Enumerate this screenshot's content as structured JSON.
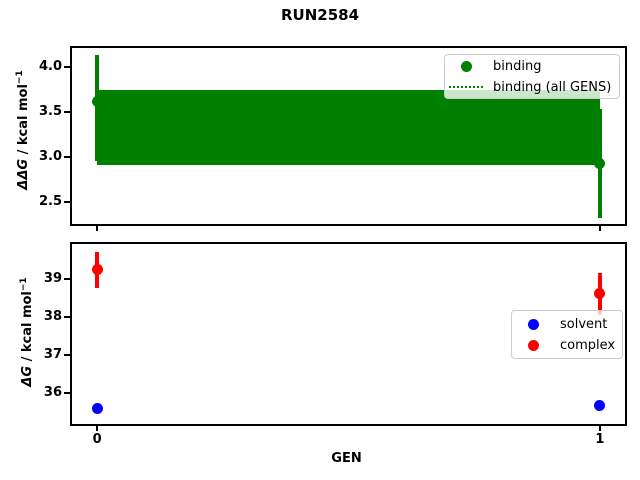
{
  "title": "RUN2584",
  "colors": {
    "binding": "#008000",
    "solvent": "#0000ff",
    "complex": "#ff0000",
    "axes": "#000000"
  },
  "chart_data": [
    {
      "type": "scatter",
      "panel": "top",
      "ylabel": {
        "sym": "ΔΔG",
        "unit": " / kcal mol",
        "sup": "−1"
      },
      "ylim": [
        2.26,
        4.21
      ],
      "xlim": [
        -0.05,
        1.05
      ],
      "grid": false,
      "yticks": [
        {
          "v": 4.0,
          "label": "4.0"
        },
        {
          "v": 3.5,
          "label": "3.5"
        },
        {
          "v": 3.0,
          "label": "3.0"
        },
        {
          "v": 2.5,
          "label": "2.5"
        }
      ],
      "xticks": [
        {
          "v": 0,
          "label": ""
        },
        {
          "v": 1,
          "label": ""
        }
      ],
      "series": [
        {
          "name": "binding (all GENS)",
          "type": "band",
          "color": "#008000",
          "lo": 2.91,
          "hi": 3.75,
          "center_line_style": "dotted"
        },
        {
          "name": "binding",
          "type": "points",
          "color": "#008000",
          "points": [
            {
              "x": 0,
              "y": 3.62,
              "lo": 2.96,
              "hi": 4.13
            },
            {
              "x": 1,
              "y": 2.93,
              "lo": 2.33,
              "hi": 3.53
            }
          ]
        }
      ],
      "legend": {
        "position": "upper right",
        "entries": [
          {
            "label": "binding",
            "marker": "dot",
            "color": "#008000"
          },
          {
            "label": "binding (all GENS)",
            "marker": "dotted-line",
            "color": "#008000"
          }
        ]
      }
    },
    {
      "type": "scatter",
      "panel": "bottom",
      "xlabel": "GEN",
      "ylabel": {
        "sym": "ΔG",
        "unit": " / kcal mol",
        "sup": "−1"
      },
      "ylim": [
        35.18,
        39.92
      ],
      "xlim": [
        -0.05,
        1.05
      ],
      "grid": false,
      "yticks": [
        {
          "v": 39,
          "label": "39"
        },
        {
          "v": 38,
          "label": "38"
        },
        {
          "v": 37,
          "label": "37"
        },
        {
          "v": 36,
          "label": "36"
        }
      ],
      "xticks": [
        {
          "v": 0,
          "label": "0"
        },
        {
          "v": 1,
          "label": "1"
        }
      ],
      "series": [
        {
          "name": "solvent",
          "type": "points",
          "color": "#0000ff",
          "points": [
            {
              "x": 0,
              "y": 35.58,
              "lo": 35.53,
              "hi": 35.63
            },
            {
              "x": 1,
              "y": 35.66,
              "lo": 35.61,
              "hi": 35.71
            }
          ]
        },
        {
          "name": "complex",
          "type": "points",
          "color": "#ff0000",
          "points": [
            {
              "x": 0,
              "y": 39.24,
              "lo": 38.76,
              "hi": 39.72
            },
            {
              "x": 1,
              "y": 38.61,
              "lo": 38.06,
              "hi": 39.16
            }
          ]
        }
      ],
      "legend": {
        "position": "center right",
        "entries": [
          {
            "label": "solvent",
            "marker": "dot",
            "color": "#0000ff"
          },
          {
            "label": "complex",
            "marker": "dot",
            "color": "#ff0000"
          }
        ]
      }
    }
  ]
}
